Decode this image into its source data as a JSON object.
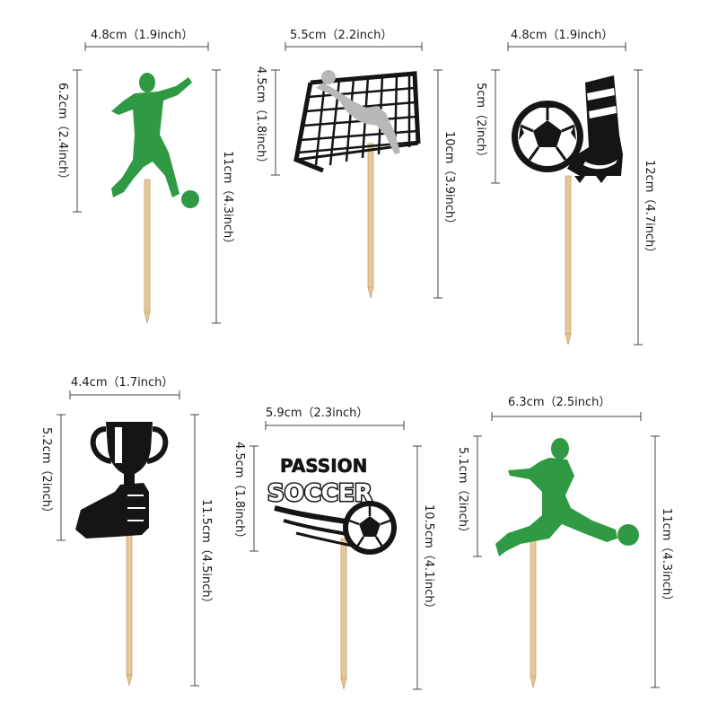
{
  "colors": {
    "green_glitter": "#2f9a43",
    "black_glitter": "#151515",
    "silver_glitter": "#b8b8b8",
    "stick": "#e6c79a"
  },
  "toppers": [
    {
      "name": "green-kicking-player",
      "width_label": "4.8cm（1.9inch）",
      "height_label": "6.2cm（2.4inch）",
      "total_label": "11cm（4.3inch）"
    },
    {
      "name": "goal-with-goalkeeper",
      "width_label": "5.5cm（2.2inch）",
      "height_label": "4.5cm（1.8inch）",
      "total_label": "10cm（3.9inch）"
    },
    {
      "name": "ball-and-boot",
      "width_label": "4.8cm（1.9inch）",
      "height_label": "5cm（2inch）",
      "total_label": "12cm（4.7inch）"
    },
    {
      "name": "hand-holding-trophy",
      "width_label": "4.4cm（1.7inch）",
      "height_label": "5.2cm（2inch）",
      "total_label": "11.5cm（4.5inch）"
    },
    {
      "name": "passion-soccer-text",
      "width_label": "5.9cm（2.3inch）",
      "height_label": "4.5cm（1.8inch）",
      "total_label": "10.5cm（4.1inch）",
      "text_line1": "PASSION",
      "text_line2": "SOCCER"
    },
    {
      "name": "green-striker",
      "width_label": "6.3cm（2.5inch）",
      "height_label": "5.1cm（2inch）",
      "total_label": "11cm（4.3inch）"
    }
  ]
}
